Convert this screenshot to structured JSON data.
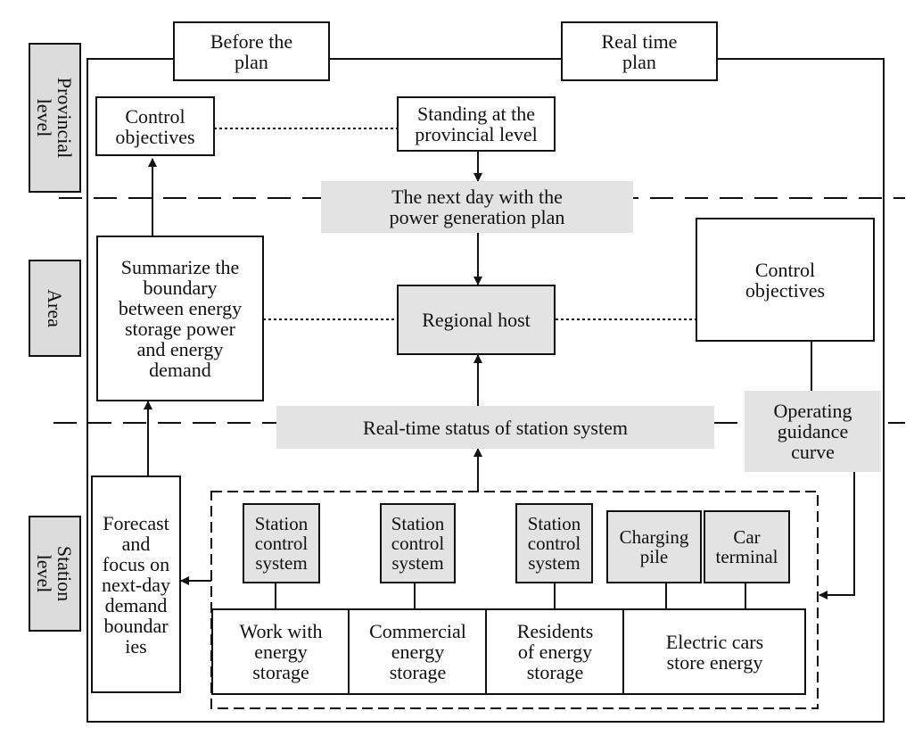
{
  "colors": {
    "line": "#111111",
    "shade": "#e3e3e3",
    "label_shade": "#dcdcdc"
  },
  "levels": {
    "provincial": "Provincial\nlevel",
    "area": "Area",
    "station": "Station\nlevel"
  },
  "header": {
    "before_plan": "Before the\nplan",
    "real_time_plan": "Real time\nplan"
  },
  "provincial": {
    "control_objectives": "Control\nobjectives",
    "standing": "Standing at the\nprovincial level",
    "next_day_plan": "The next day with the\npower generation plan"
  },
  "area": {
    "summarize": "Summarize the\nboundary\nbetween energy\nstorage power\nand energy\ndemand",
    "regional_host": "Regional host",
    "control_objectives": "Control\nobjectives",
    "realtime_status": "Real-time status of station system",
    "operating_guidance": "Operating\nguidance\ncurve"
  },
  "station": {
    "forecast": "Forecast\nand\nfocus on\nnext-day\ndemand\nboundar\nies",
    "controls": [
      "Station\ncontrol\nsystem",
      "Station\ncontrol\nsystem",
      "Station\ncontrol\nsystem",
      "Charging\npile",
      "Car\nterminal"
    ],
    "storage": [
      "Work with\nenergy\nstorage",
      "Commercial\nenergy\nstorage",
      "Residents\nof energy\nstorage",
      "Electric cars\nstore energy"
    ]
  }
}
